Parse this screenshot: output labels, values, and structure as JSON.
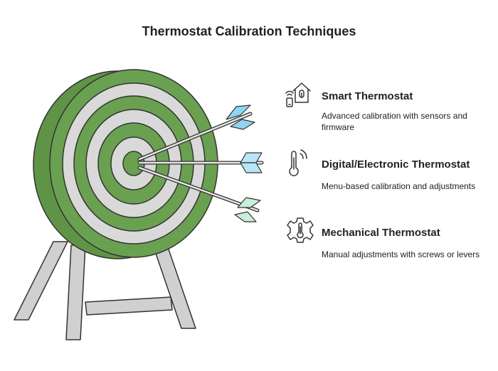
{
  "title": "Thermostat Calibration Techniques",
  "items": [
    {
      "heading": "Smart Thermostat",
      "description": "Advanced calibration with sensors and firmware",
      "icon": "smart-home-icon",
      "arrow_fletching_color": "#8ed6f0"
    },
    {
      "heading": "Digital/Electronic Thermostat",
      "description": "Menu-based calibration and adjustments",
      "icon": "thermometer-signal-icon",
      "arrow_fletching_color": "#b8e6f5"
    },
    {
      "heading": "Mechanical Thermostat",
      "description": "Manual adjustments with screws or levers",
      "icon": "gear-thermometer-icon",
      "arrow_fletching_color": "#c9eedc"
    }
  ],
  "colors": {
    "target_green": "#6aa150",
    "target_grey": "#d9d9d9",
    "stand_grey": "#d0d0d0",
    "outline": "#333333"
  }
}
